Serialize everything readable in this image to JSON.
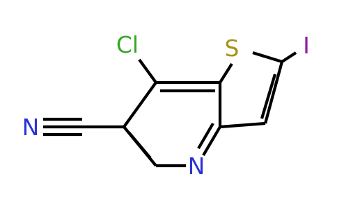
{
  "molecule": {
    "atoms": {
      "chlorine": {
        "text": "Cl",
        "color": "#37a627"
      },
      "sulfur": {
        "text": "S",
        "color": "#a8921a"
      },
      "iodine": {
        "text": "I",
        "color": "#8f1fa0"
      },
      "nitrogen_ring": {
        "text": "N",
        "color": "#2b33d6"
      },
      "nitrogen_nitrile": {
        "text": "N",
        "color": "#2b33d6"
      }
    },
    "bond_color": "#000000",
    "background": "#ffffff"
  }
}
